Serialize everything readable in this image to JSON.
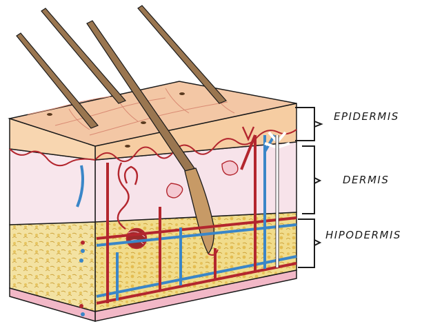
{
  "labels": {
    "epidermis": "EPIDERMIS",
    "dermis": "DERMIS",
    "hipodermis": "HIPODERMIS"
  },
  "colors": {
    "epidermis_top": "#f3c8a6",
    "epidermis_side": "#f6cda2",
    "dermis": "#f7e4ea",
    "hypodermis_fat": "#f0dc8a",
    "hypodermis_base": "#f2b8c7",
    "hair": "#9a7650",
    "artery": "#b3262e",
    "vein": "#3a86c8",
    "nerve": "#ffffff",
    "outline": "#1a1a1a"
  }
}
